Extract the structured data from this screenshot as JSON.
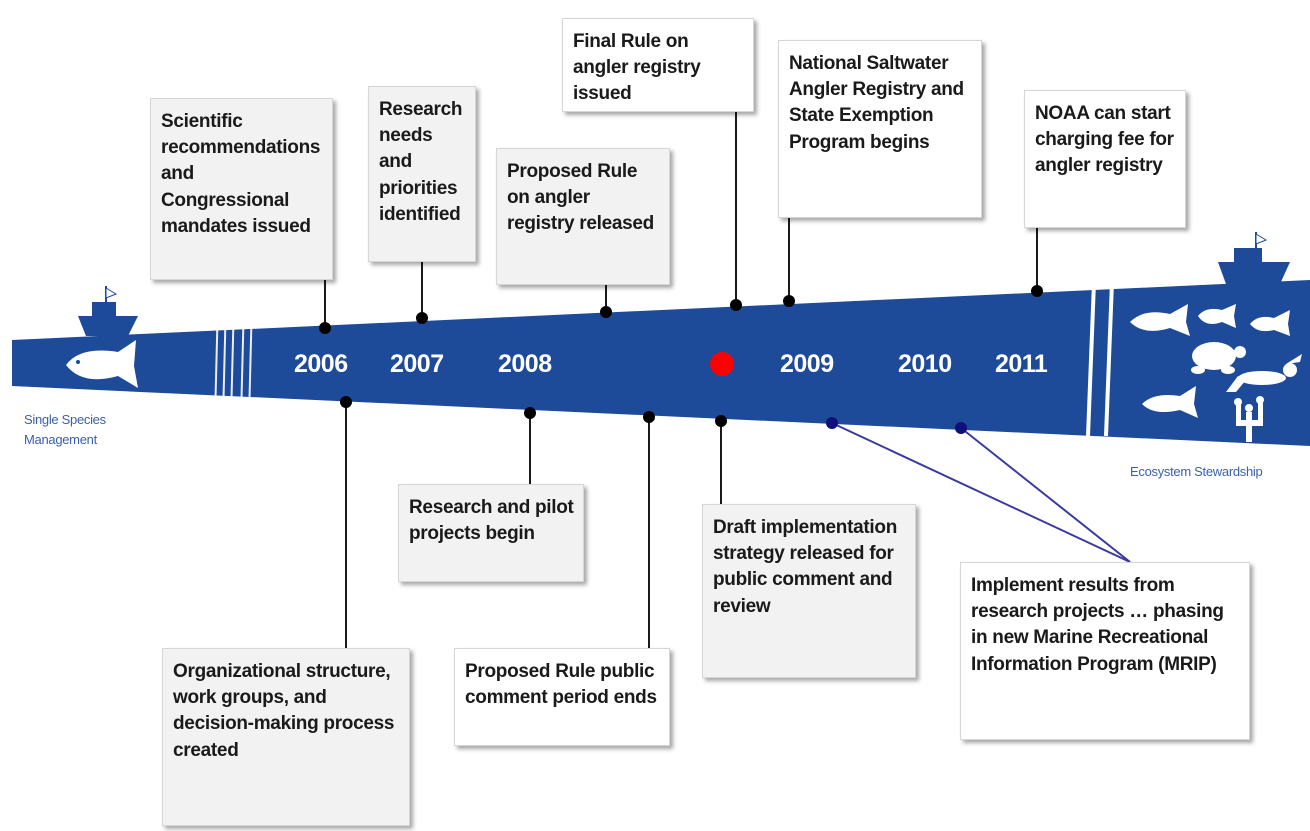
{
  "timeline": {
    "years": [
      "2006",
      "2007",
      "2008",
      "2009",
      "2010",
      "2011"
    ],
    "left_caption": [
      "Single Species",
      "Management"
    ],
    "right_caption": "Ecosystem Stewardship",
    "band_color": "#1e4a9a",
    "marker_color": "#ff0000",
    "connector_color": "#3a3aa0"
  },
  "events_above": [
    {
      "text": "Scientific recommendations and Congressional mandates issued"
    },
    {
      "text": "Research needs and priorities identified"
    },
    {
      "text": "Proposed Rule on angler registry released"
    },
    {
      "text": "Final Rule on angler registry issued"
    },
    {
      "text": "National Saltwater Angler Registry and State Exemption Program begins"
    },
    {
      "text": "NOAA can start charging fee for angler registry"
    }
  ],
  "events_below": [
    {
      "text": "Organizational structure, work groups, and decision-making process created"
    },
    {
      "text": "Research and pilot projects begin"
    },
    {
      "text": "Proposed Rule public comment period ends"
    },
    {
      "text": "Draft implementation strategy released for public comment and review"
    },
    {
      "text": "Implement results from research projects … phasing in new Marine Recreational Information Program (MRIP)"
    }
  ],
  "icons": [
    "fish-icon",
    "boat-icon",
    "turtle-icon",
    "diver-icon",
    "coral-icon"
  ]
}
